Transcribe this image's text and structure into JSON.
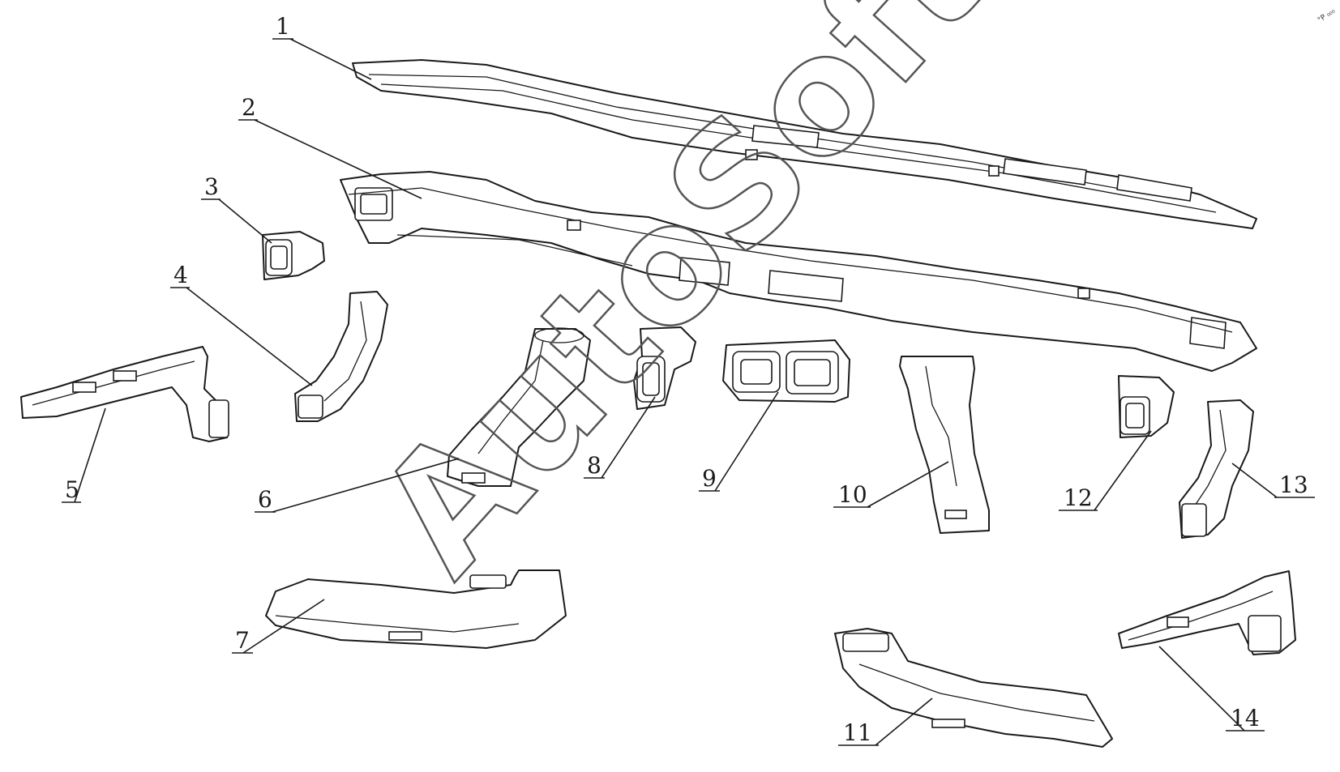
{
  "watermark": {
    "text": "AutoSoft"
  },
  "corner_mark": "°P ₀₀₀",
  "callouts": [
    {
      "label": "1"
    },
    {
      "label": "2"
    },
    {
      "label": "3"
    },
    {
      "label": "4"
    },
    {
      "label": "5"
    },
    {
      "label": "6"
    },
    {
      "label": "7"
    },
    {
      "label": "8"
    },
    {
      "label": "9"
    },
    {
      "label": "10"
    },
    {
      "label": "11"
    },
    {
      "label": "12"
    },
    {
      "label": "13"
    },
    {
      "label": "14"
    }
  ]
}
